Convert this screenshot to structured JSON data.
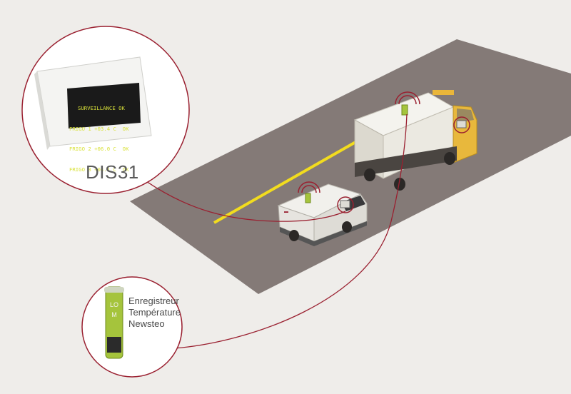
{
  "callouts": {
    "display_name": "DIS31",
    "logger_lines": [
      "Enregistreur",
      "Température",
      "Newsteo"
    ]
  },
  "lcd": {
    "lines": [
      "SURVEILLANCE OK",
      "FRIGO 1 +03.4 C  OK",
      "FRIGO 2 +06.0 C  OK",
      "FRIGO 3 +04.1 C  OK"
    ]
  },
  "logger_text": {
    "brand": "LOM"
  },
  "colors": {
    "background": "#efedea",
    "road": "#847a77",
    "road_line": "#f2dc1e",
    "callout_line": "#9a2030",
    "truck_cab": "#e8b83c",
    "lcd_text": "#d9e23a",
    "logger_body": "#a5c43c"
  }
}
